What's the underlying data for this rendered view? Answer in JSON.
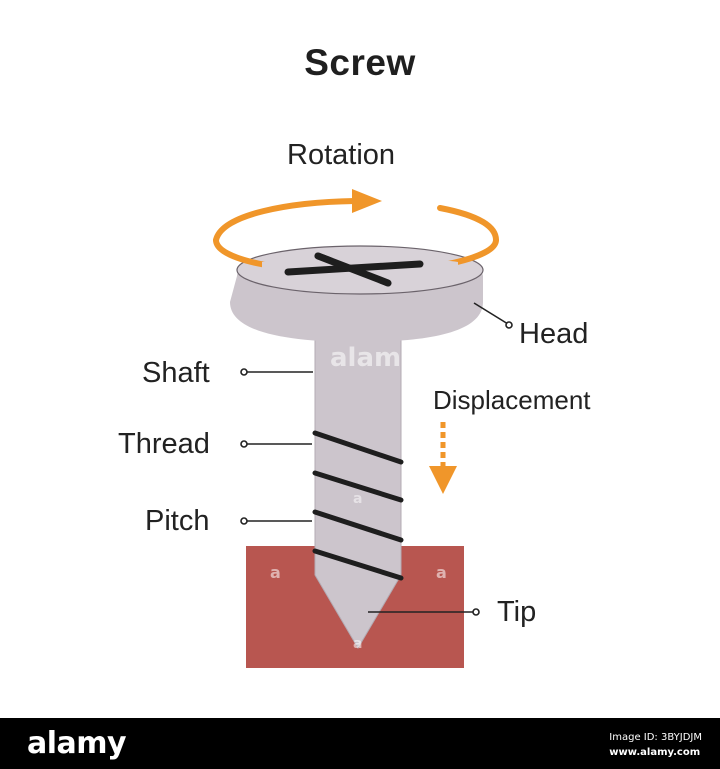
{
  "title": "Screw",
  "labels": {
    "rotation": "Rotation",
    "head": "Head",
    "shaft": "Shaft",
    "displacement": "Displacement",
    "thread": "Thread",
    "pitch": "Pitch",
    "tip": "Tip"
  },
  "footer": {
    "brand": "alamy",
    "image_id": "Image ID: 3BYJDJM",
    "site": "www.alamy.com"
  },
  "watermark": {
    "text": "alamy",
    "mark": "a"
  },
  "colors": {
    "arrow": "#f0962a",
    "screw_body": "#ccc5cc",
    "screw_outline": "#a89fa8",
    "wood": "#b85650",
    "thread": "#1e1e1e",
    "footer_bg": "#000000"
  }
}
